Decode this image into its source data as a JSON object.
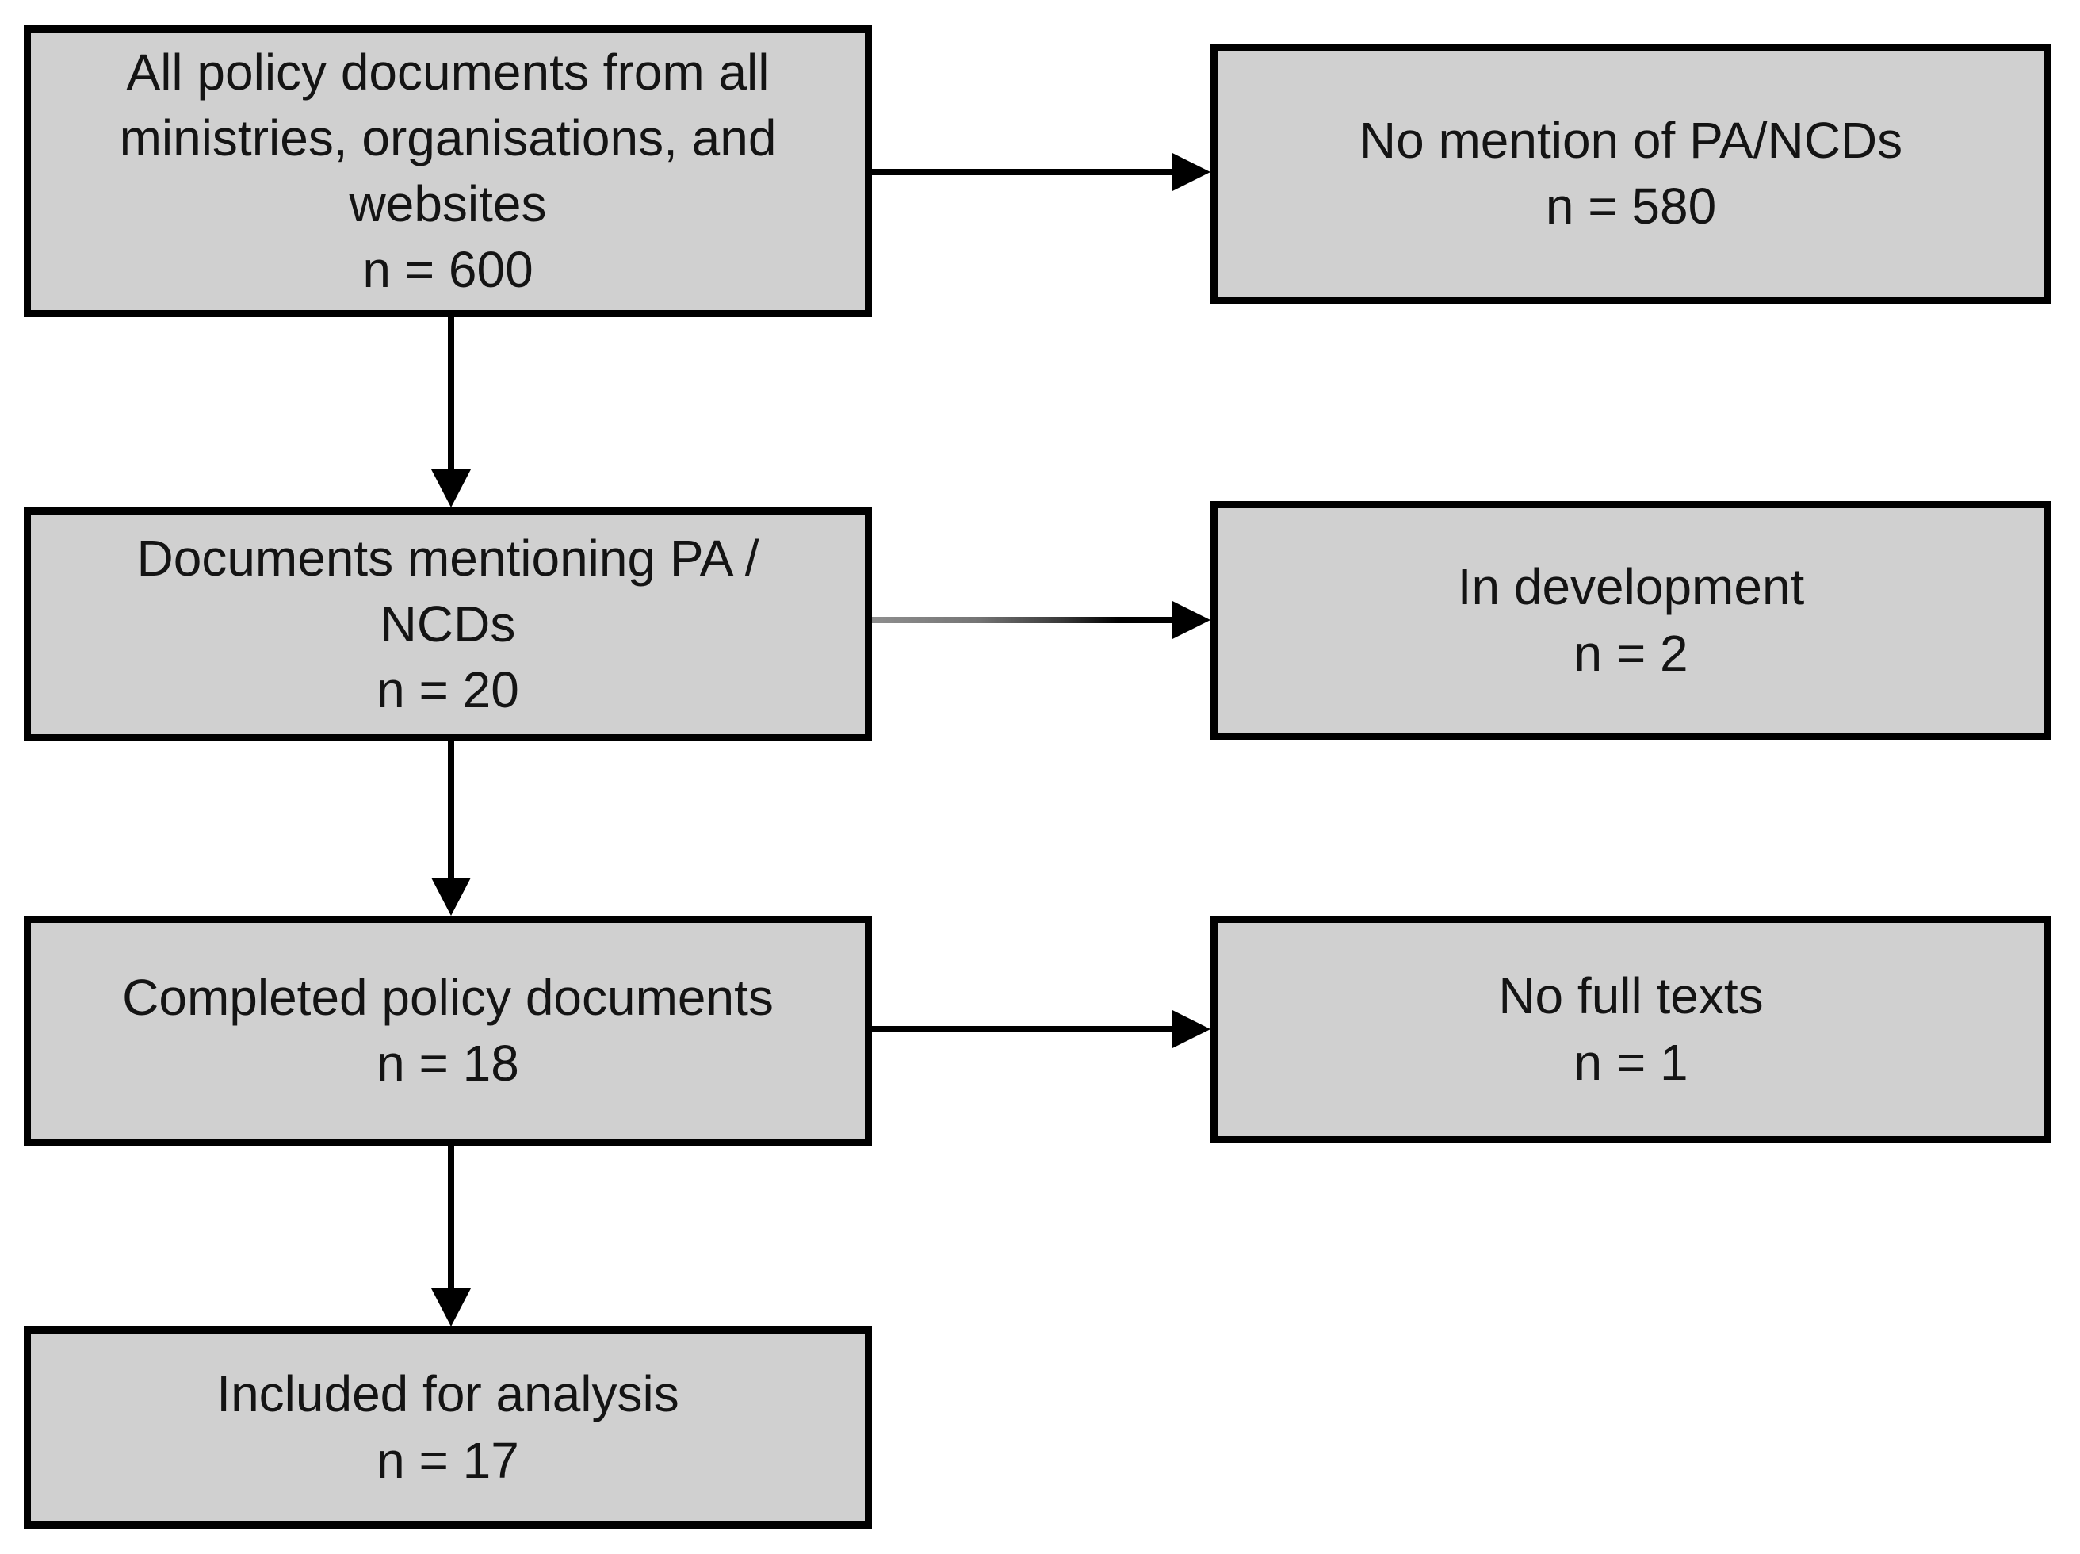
{
  "figure": {
    "kind": "study-selection-flow-diagram",
    "colors": {
      "background": "#ffffff",
      "box_fill": "#d0d0d0",
      "box_border": "#000000",
      "arrow": "#000000",
      "arrow_faded_start": "#8e8e8e"
    }
  },
  "main_flow": [
    {
      "label": "All policy documents from all\nministries, organisations, and\nwebsites",
      "n": "n = 600"
    },
    {
      "label": "Documents mentioning PA /\nNCDs",
      "n": "n = 20"
    },
    {
      "label": "Completed policy documents",
      "n": "n = 18"
    },
    {
      "label": "Included for analysis",
      "n": "n = 17"
    }
  ],
  "excluded": [
    {
      "label": "No mention of PA/NCDs",
      "n": "n = 580"
    },
    {
      "label": "In development",
      "n": "n = 2"
    },
    {
      "label": "No full texts",
      "n": "n = 1"
    }
  ]
}
